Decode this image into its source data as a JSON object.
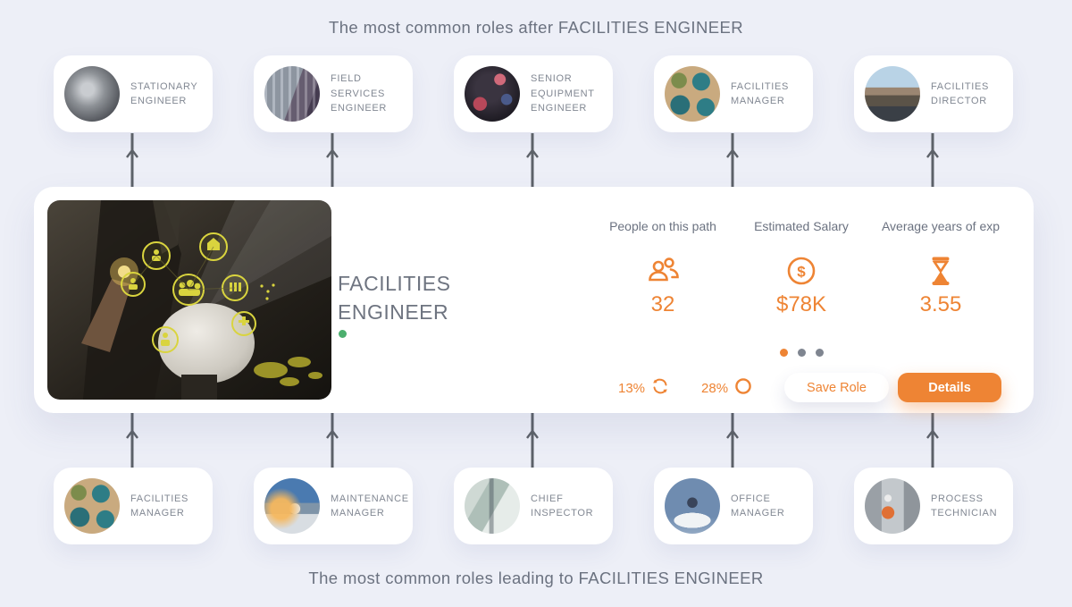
{
  "colors": {
    "accent": "#ee8434",
    "heading_text": "#6b7280",
    "card_label_text": "#828893",
    "arrow": "#5d6269",
    "green_dot": "#4caf6e",
    "inactive_dot": "#7f8590",
    "background": "#edeff7"
  },
  "header": {
    "title": "The most common roles after FACILITIES ENGINEER"
  },
  "footer": {
    "title": "The most common roles leading to FACILITIES ENGINEER"
  },
  "next_roles": [
    {
      "label": "STATIONARY ENGINEER",
      "photo": "turbine-photo"
    },
    {
      "label": "FIELD SERVICES ENGINEER",
      "photo": "field-services-photo"
    },
    {
      "label": "SENIOR EQUIPMENT ENGINEER",
      "photo": "equipment-photo"
    },
    {
      "label": "FACILITIES MANAGER",
      "photo": "storage-tanks-photo"
    },
    {
      "label": "FACILITIES DIRECTOR",
      "photo": "office-building-photo"
    }
  ],
  "previous_roles": [
    {
      "label": "FACILITIES MANAGER",
      "photo": "storage-tanks-photo"
    },
    {
      "label": "MAINTENANCE MANAGER",
      "photo": "maintenance-photo"
    },
    {
      "label": "CHIEF INSPECTOR",
      "photo": "factory-interior-photo"
    },
    {
      "label": "OFFICE MANAGER",
      "photo": "cloud-figure-photo"
    },
    {
      "label": "PROCESS TECHNICIAN",
      "photo": "technician-photo"
    }
  ],
  "focus_role": {
    "title_line1": "FACILITIES",
    "title_line2": "ENGINEER",
    "stats": [
      {
        "label": "People on this path",
        "value": "32",
        "icon": "people-icon"
      },
      {
        "label": "Estimated Salary",
        "value": "$78K",
        "icon": "dollar-icon"
      },
      {
        "label": "Average years of exp",
        "value": "3.55",
        "icon": "hourglass-icon"
      }
    ],
    "churn_left": {
      "value": "13%",
      "icon": "refresh-icon"
    },
    "churn_right": {
      "value": "28%",
      "icon": "circle-icon"
    },
    "buttons": {
      "save": "Save Role",
      "details": "Details"
    },
    "pagination": {
      "dots": 3,
      "active_index": 0
    }
  }
}
